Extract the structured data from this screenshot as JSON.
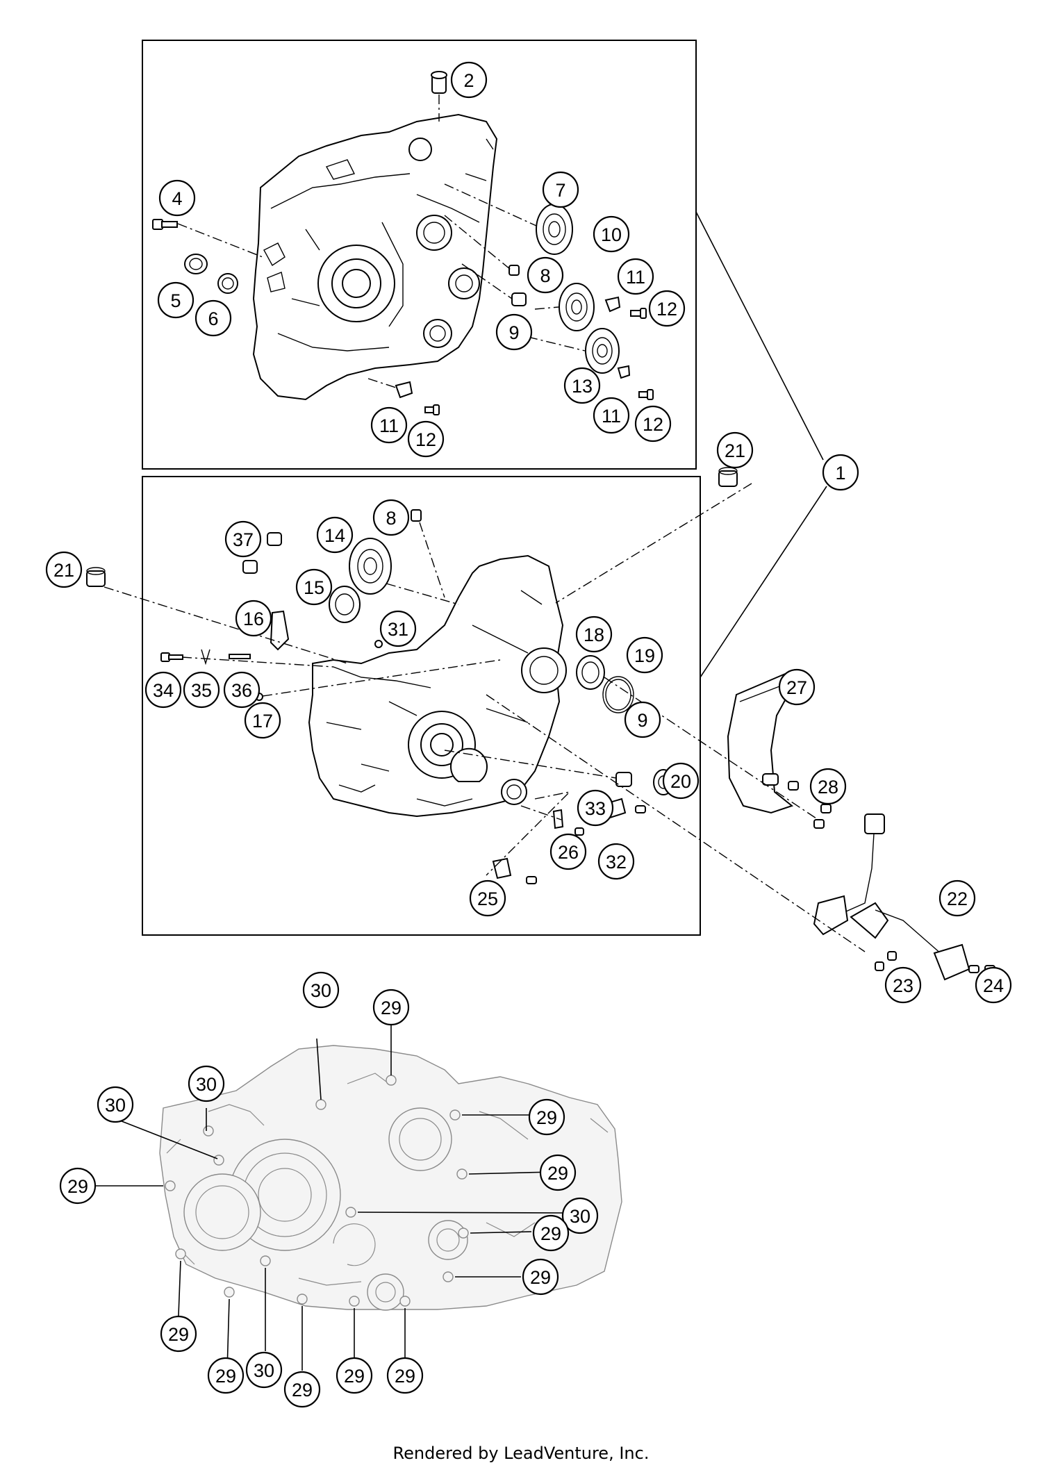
{
  "diagram": {
    "callouts": [
      {
        "label": "2"
      },
      {
        "label": "4"
      },
      {
        "label": "5"
      },
      {
        "label": "6"
      },
      {
        "label": "7"
      },
      {
        "label": "8"
      },
      {
        "label": "9"
      },
      {
        "label": "10"
      },
      {
        "label": "11"
      },
      {
        "label": "12"
      },
      {
        "label": "13"
      },
      {
        "label": "11"
      },
      {
        "label": "12"
      },
      {
        "label": "11"
      },
      {
        "label": "12"
      },
      {
        "label": "1"
      },
      {
        "label": "21"
      },
      {
        "label": "21"
      },
      {
        "label": "8"
      },
      {
        "label": "37"
      },
      {
        "label": "14"
      },
      {
        "label": "15"
      },
      {
        "label": "16"
      },
      {
        "label": "31"
      },
      {
        "label": "18"
      },
      {
        "label": "19"
      },
      {
        "label": "34"
      },
      {
        "label": "35"
      },
      {
        "label": "36"
      },
      {
        "label": "17"
      },
      {
        "label": "9"
      },
      {
        "label": "20"
      },
      {
        "label": "27"
      },
      {
        "label": "28"
      },
      {
        "label": "33"
      },
      {
        "label": "26"
      },
      {
        "label": "32"
      },
      {
        "label": "25"
      },
      {
        "label": "22"
      },
      {
        "label": "23"
      },
      {
        "label": "24"
      },
      {
        "label": "30"
      },
      {
        "label": "29"
      },
      {
        "label": "30"
      },
      {
        "label": "30"
      },
      {
        "label": "29"
      },
      {
        "label": "29"
      },
      {
        "label": "29"
      },
      {
        "label": "30"
      },
      {
        "label": "29"
      },
      {
        "label": "29"
      },
      {
        "label": "29"
      },
      {
        "label": "30"
      },
      {
        "label": "29"
      },
      {
        "label": "29"
      },
      {
        "label": "29"
      },
      {
        "label": "29"
      }
    ]
  },
  "footer": {
    "text": "Rendered by LeadVenture, Inc."
  }
}
